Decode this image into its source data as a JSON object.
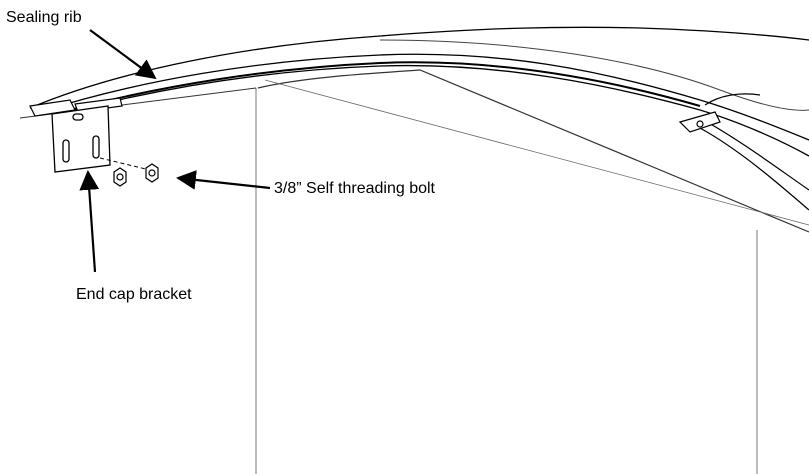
{
  "labels": {
    "sealing_rib": "Sealing rib",
    "bolt": "3/8” Self threading bolt",
    "bracket": "End cap bracket"
  },
  "colors": {
    "line": "#000000",
    "thin_line": "#555555",
    "background": "#ffffff"
  }
}
